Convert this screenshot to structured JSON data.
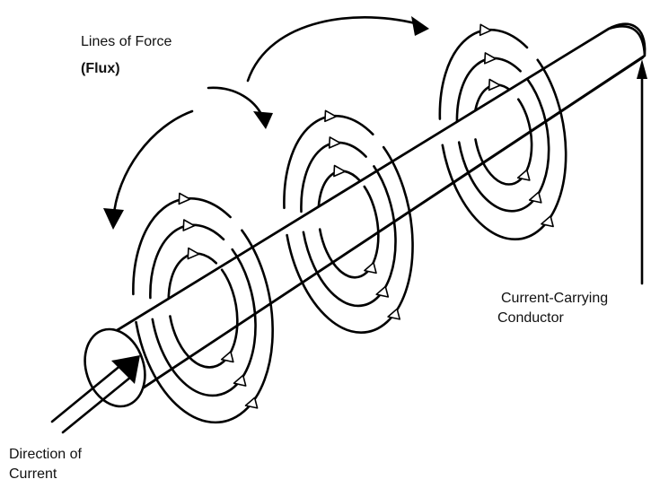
{
  "labels": {
    "lines_of_force": "Lines of Force",
    "flux": "(Flux)",
    "conductor_line1": "Current-Carrying",
    "conductor_line2": "Conductor",
    "current_line1": "Direction of",
    "current_line2": "Current"
  },
  "colors": {
    "stroke": "#000000",
    "background": "#ffffff"
  }
}
